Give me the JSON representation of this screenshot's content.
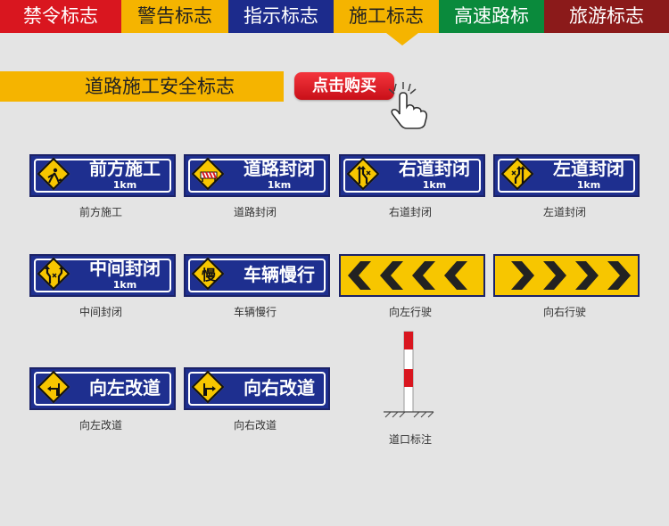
{
  "tabs": [
    {
      "label": "禁令标志",
      "color": "#d9161f"
    },
    {
      "label": "警告标志",
      "color": "#f5b400"
    },
    {
      "label": "指示标志",
      "color": "#1c2b8c"
    },
    {
      "label": "施工标志",
      "color": "#f5b400"
    },
    {
      "label": "高速路标",
      "color": "#0a8a3c"
    },
    {
      "label": "旅游标志",
      "color": "#8b1a1a"
    }
  ],
  "active_tab": 3,
  "banner": {
    "title": "道路施工安全标志"
  },
  "buy_button": {
    "label": "点击购买"
  },
  "signs": [
    {
      "text": "前方施工",
      "km": "1km",
      "caption": "前方施工",
      "icon": "road-work-icon"
    },
    {
      "text": "道路封闭",
      "km": "1km",
      "caption": "道路封闭",
      "icon": "road-closed-icon"
    },
    {
      "text": "右道封闭",
      "km": "1km",
      "caption": "右道封闭",
      "icon": "right-lane-closed-icon"
    },
    {
      "text": "左道封闭",
      "km": "1km",
      "caption": "左道封闭",
      "icon": "left-lane-closed-icon"
    },
    {
      "text": "中间封闭",
      "km": "1km",
      "caption": "中间封闭",
      "icon": "middle-closed-icon"
    },
    {
      "text": "车辆慢行",
      "km": "",
      "caption": "车辆慢行",
      "icon": "slow-icon",
      "icon_text": "慢"
    },
    {
      "text": "",
      "km": "",
      "caption": "向左行驶",
      "icon": "chevron-left-icon"
    },
    {
      "text": "",
      "km": "",
      "caption": "向右行驶",
      "icon": "chevron-right-icon"
    },
    {
      "text": "向左改道",
      "km": "",
      "caption": "向左改道",
      "icon": "detour-left-icon"
    },
    {
      "text": "向右改道",
      "km": "",
      "caption": "向右改道",
      "icon": "detour-right-icon"
    }
  ],
  "post": {
    "caption": "道口标注"
  },
  "colors": {
    "sign_blue": "#1e2f8f",
    "sign_yellow": "#f7c600",
    "accent": "#f5b400",
    "buy_red": "#e0252c"
  }
}
